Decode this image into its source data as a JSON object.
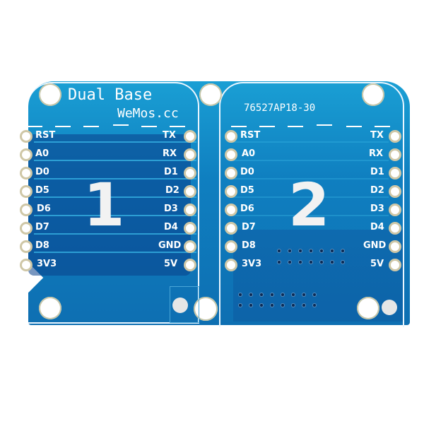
{
  "image": {
    "subject": "Dual Base WeMos D1 mini PCB shield",
    "board_color": "#1289c8",
    "silkscreen_color": "#ffffff",
    "background_color": "#ffffff"
  },
  "left_module": {
    "title": "Dual Base",
    "subtitle": "WeMos.cc",
    "number": "1",
    "left_pins": [
      "RST",
      "A0",
      "D0",
      "D5",
      "D6",
      "D7",
      "D8",
      "3V3"
    ],
    "right_pins": [
      "TX",
      "RX",
      "D1",
      "D2",
      "D3",
      "D4",
      "GND",
      "5V"
    ]
  },
  "right_module": {
    "code": "76527AP18-30",
    "number": "2",
    "left_pins": [
      "RST",
      "A0",
      "D0",
      "D5",
      "D6",
      "D7",
      "D8",
      "3V3"
    ],
    "right_pins": [
      "TX",
      "RX",
      "D1",
      "D2",
      "D3",
      "D4",
      "GND",
      "5V"
    ]
  }
}
